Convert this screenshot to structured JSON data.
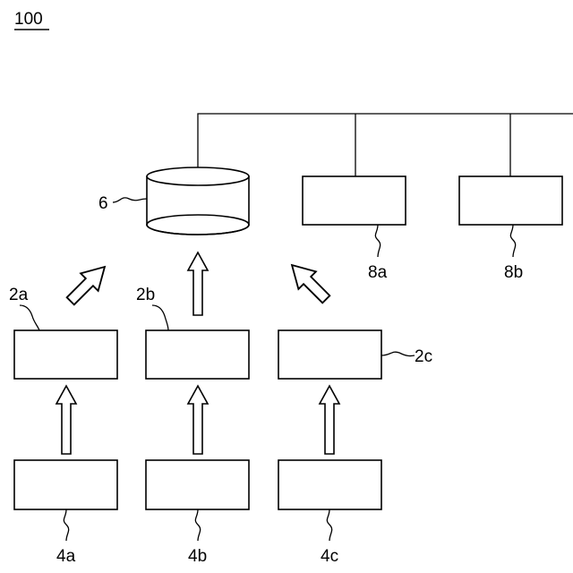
{
  "figure_number": "100",
  "labels": {
    "database": "6",
    "server_2a": "2a",
    "server_2b": "2b",
    "server_2c": "2c",
    "device_4a": "4a",
    "device_4b": "4b",
    "device_4c": "4c",
    "terminal_8a": "8a",
    "terminal_8b": "8b"
  }
}
